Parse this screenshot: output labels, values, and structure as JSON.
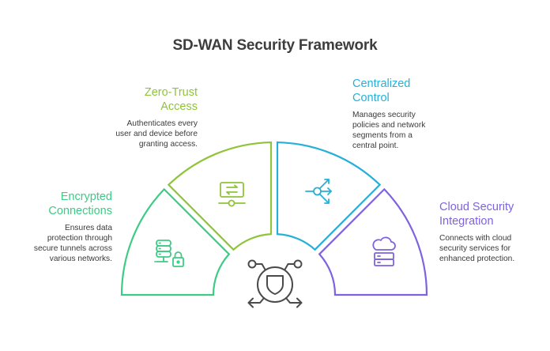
{
  "title": "SD-WAN Security Framework",
  "colors": {
    "encrypted": "#3ecb85",
    "zero_trust": "#8fc43a",
    "centralized": "#26b0d9",
    "cloud": "#7f62e0",
    "center": "#4a4a4a",
    "title": "#3d3d3d"
  },
  "segments": [
    {
      "id": "encrypted",
      "title_lines": [
        "Encrypted",
        "Connections"
      ],
      "desc_lines": [
        "Ensures data",
        "protection through",
        "secure tunnels across",
        "various networks."
      ],
      "icon": "server-lock-icon"
    },
    {
      "id": "zero_trust",
      "title_lines": [
        "Zero-Trust",
        "Access"
      ],
      "desc_lines": [
        "Authenticates every",
        "user and device before",
        "granting access."
      ],
      "icon": "monitor-exchange-icon"
    },
    {
      "id": "centralized",
      "title_lines": [
        "Centralized",
        "Control"
      ],
      "desc_lines": [
        "Manages security",
        "policies and network",
        "segments from a",
        "central point."
      ],
      "icon": "network-split-icon"
    },
    {
      "id": "cloud",
      "title_lines": [
        "Cloud Security",
        "Integration"
      ],
      "desc_lines": [
        "Connects with cloud",
        "security services for",
        "enhanced protection."
      ],
      "icon": "cloud-server-icon"
    }
  ],
  "center_icon": "shield-network-icon"
}
